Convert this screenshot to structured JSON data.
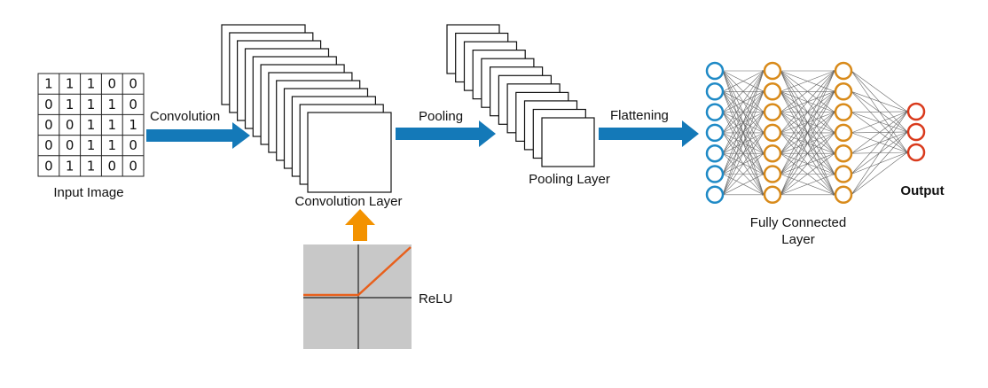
{
  "input_image": {
    "label": "Input Image",
    "matrix": [
      [
        "1",
        "1",
        "1",
        "0",
        "0"
      ],
      [
        "0",
        "1",
        "1",
        "1",
        "0"
      ],
      [
        "0",
        "0",
        "1",
        "1",
        "1"
      ],
      [
        "0",
        "0",
        "1",
        "1",
        "0"
      ],
      [
        "0",
        "1",
        "1",
        "0",
        "0"
      ]
    ]
  },
  "steps": {
    "convolution": "Convolution",
    "pooling": "Pooling",
    "flattening": "Flattening"
  },
  "layers": {
    "convolution_layer": "Convolution Layer",
    "pooling_layer": "Pooling Layer",
    "fully_connected_line1": "Fully Connected",
    "fully_connected_line2": "Layer",
    "output": "Output"
  },
  "activation": {
    "label": "ReLU"
  },
  "network": {
    "neurons_per_layer": [
      7,
      7,
      7,
      3
    ]
  },
  "colors": {
    "arrow_blue": "#1479b8",
    "arrow_orange": "#f39200",
    "input_neuron": "#1f8ac6",
    "hidden_neuron": "#d88a1a",
    "output_neuron": "#d93a1c",
    "relu_line": "#e8601c",
    "relu_bg": "#c8c8c8"
  }
}
